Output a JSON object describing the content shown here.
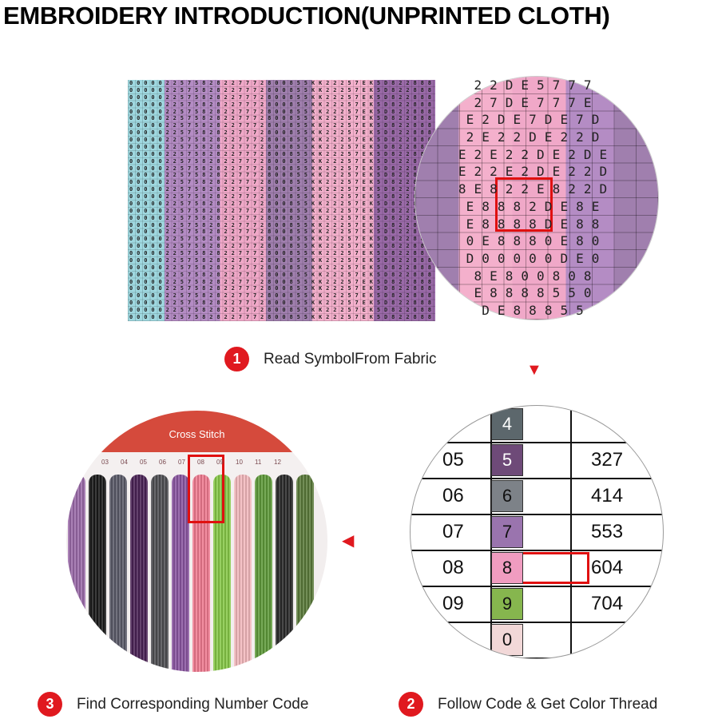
{
  "title": "EMBROIDERY INTRODUCTION(UNPRINTED CLOTH)",
  "fabric": {
    "symbols": "0000022575828227772800855KK22257EK5D822888"
  },
  "magnifier": {
    "rows": [
      "22DE5777",
      "27DE777E",
      "E2DE7DE7D",
      "2E22DE22D",
      "E2E22DE2DE",
      "E22E2DE22D",
      "8E822E822D",
      "E8882DE8E",
      "E8888DE88",
      "0E8880E80",
      "D00000DE0",
      "8E800808",
      "E8888550",
      "DE88855"
    ]
  },
  "steps": [
    {
      "number": "1",
      "label": "Read SymbolFrom Fabric"
    },
    {
      "number": "2",
      "label": "Follow Code & Get Color Thread"
    },
    {
      "number": "3",
      "label": "Find Corresponding Number Code"
    }
  ],
  "threads": {
    "card_label": "Cross Stitch",
    "numbers": [
      "03",
      "04",
      "05",
      "06",
      "07",
      "08",
      "09",
      "10",
      "11",
      "12"
    ],
    "colors": [
      "#9a6aa8",
      "#1a1a1a",
      "#5a5a68",
      "#4a2255",
      "#4e4e52",
      "#8a55a0",
      "#f07a90",
      "#86c846",
      "#f2b8bc",
      "#5e9a3a",
      "#2a2a2a",
      "#5a7a3a"
    ]
  },
  "color_table": {
    "rows": [
      {
        "code": "",
        "symbol": "4",
        "dmc": "",
        "color": "#5c676c"
      },
      {
        "code": "05",
        "symbol": "5",
        "dmc": "327",
        "color": "#6e4a78"
      },
      {
        "code": "06",
        "symbol": "6",
        "dmc": "414",
        "color": "#7d8288"
      },
      {
        "code": "07",
        "symbol": "7",
        "dmc": "553",
        "color": "#9a74ae"
      },
      {
        "code": "08",
        "symbol": "8",
        "dmc": "604",
        "color": "#f09cc0"
      },
      {
        "code": "09",
        "symbol": "9",
        "dmc": "704",
        "color": "#86b64e"
      },
      {
        "code": "",
        "symbol": "0",
        "dmc": "",
        "color": "#f2d8d8"
      }
    ]
  },
  "colors": {
    "accent": "#e0191f",
    "highlight": "#f7e81c"
  }
}
